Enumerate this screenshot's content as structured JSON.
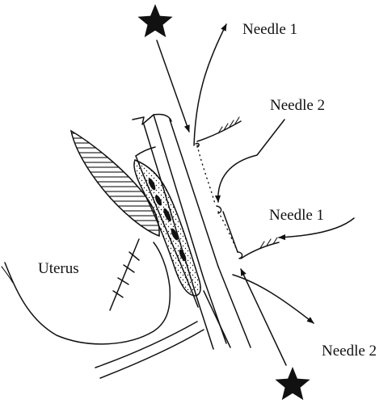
{
  "labels": {
    "needle1_top": "Needle 1",
    "needle2_top": "Needle 2",
    "needle1_mid": "Needle 1",
    "needle2_bottom": "Needle 2",
    "uterus": "Uterus"
  },
  "icons": {
    "top": "star-icon",
    "bottom": "star-icon"
  },
  "colors": {
    "ink": "#111111",
    "background": "#ffffff"
  }
}
